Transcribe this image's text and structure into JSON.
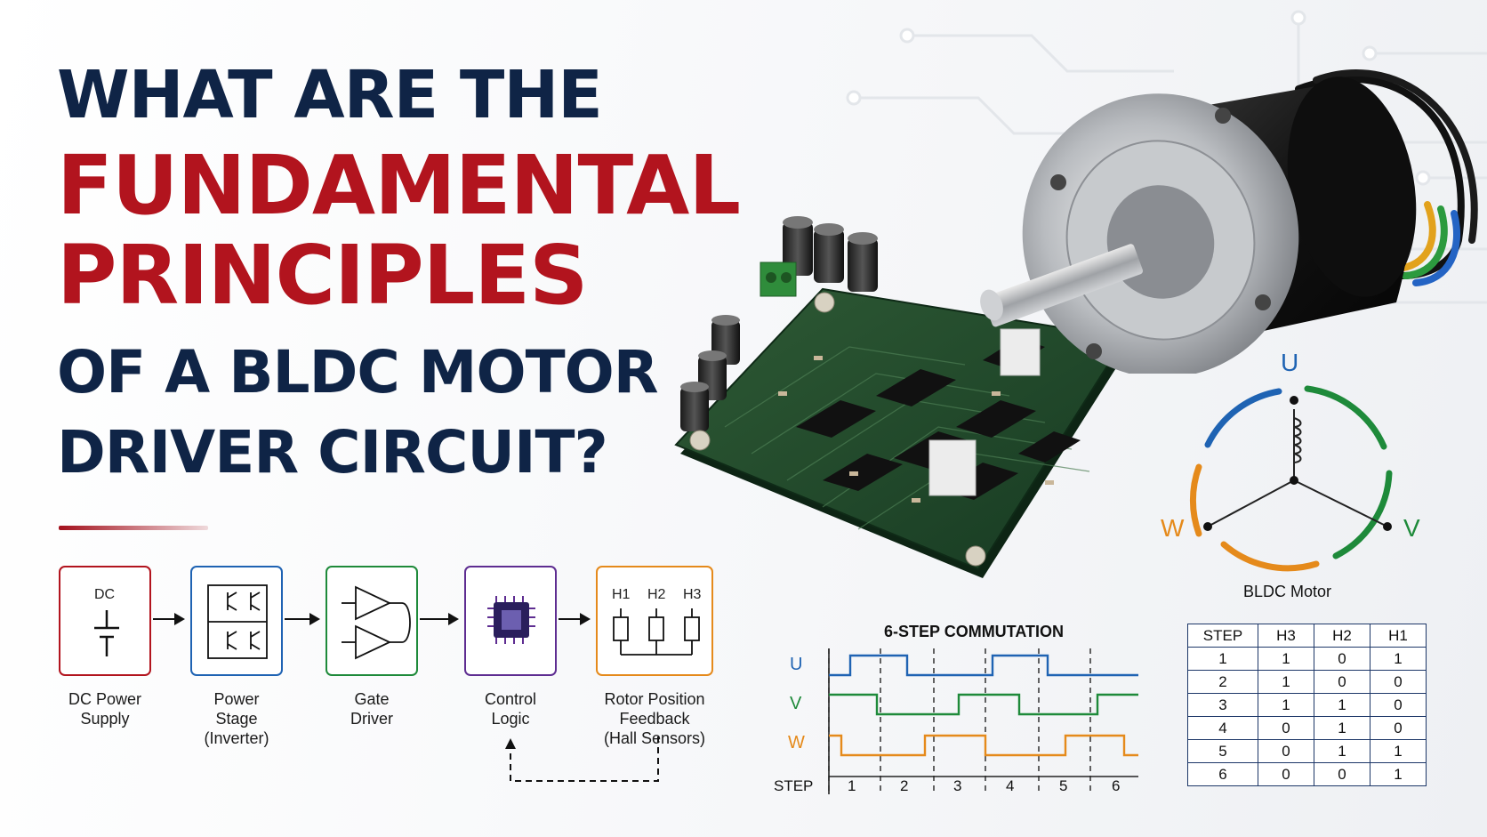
{
  "title": {
    "line1": "WHAT ARE THE",
    "line2": "FUNDAMENTAL",
    "line3": "PRINCIPLES",
    "line4": "OF A BLDC MOTOR",
    "line5": "DRIVER CIRCUIT?"
  },
  "colors": {
    "navy": "#0f2446",
    "red": "#b2141e",
    "blue": "#1f63b3",
    "green": "#1e8a3a",
    "orange": "#e58a1b",
    "purple": "#5e2d91"
  },
  "block_diagram": {
    "blocks": [
      {
        "inner": "DC",
        "caption": "DC Power\nSupply",
        "icon": "battery-icon"
      },
      {
        "inner": "",
        "caption": "Power\nStage\n(Inverter)",
        "icon": "transistor-bridge-icon"
      },
      {
        "inner": "",
        "caption": "Gate\nDriver",
        "icon": "amplifier-icon"
      },
      {
        "inner": "",
        "caption": "Control\nLogic",
        "icon": "microchip-icon"
      },
      {
        "inner": "",
        "caption": "Rotor Position\nFeedback\n(Hall Sensors)",
        "icon": "hall-sensor-icon"
      }
    ],
    "hall_labels": [
      "H1",
      "H2",
      "H3"
    ]
  },
  "commutation": {
    "title": "6-STEP COMMUTATION",
    "phases": [
      "U",
      "V",
      "W"
    ],
    "step_label": "STEP",
    "steps": [
      "1",
      "2",
      "3",
      "4",
      "5",
      "6"
    ]
  },
  "motor_diagram": {
    "label": "BLDC Motor",
    "coils": [
      "U",
      "V",
      "W"
    ]
  },
  "hall_table": {
    "headers": [
      "STEP",
      "H3",
      "H2",
      "H1"
    ],
    "rows": [
      [
        "1",
        "1",
        "0",
        "1"
      ],
      [
        "2",
        "1",
        "0",
        "0"
      ],
      [
        "3",
        "1",
        "1",
        "0"
      ],
      [
        "4",
        "0",
        "1",
        "0"
      ],
      [
        "5",
        "0",
        "1",
        "1"
      ],
      [
        "6",
        "0",
        "0",
        "1"
      ]
    ]
  }
}
